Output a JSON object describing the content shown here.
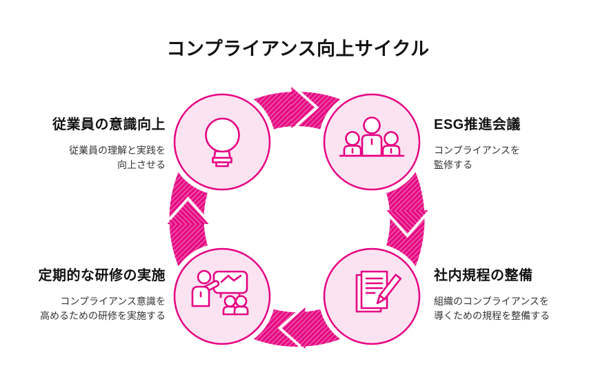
{
  "title": "コンプライアンス向上サイクル",
  "colors": {
    "magenta": "#e60082",
    "magenta_stripe": "#ec4da0",
    "circle_fill": "#fbe3f1",
    "title_color": "#111111",
    "desc_color": "#333333",
    "background": "#ffffff"
  },
  "cycle_direction": "clockwise",
  "nodes": [
    {
      "position": "top-left",
      "title": "従業員の意識向上",
      "desc_line1": "従業員の理解と実践を",
      "desc_line2": "向上させる",
      "icon": "lightbulb-icon"
    },
    {
      "position": "top-right",
      "title": "ESG推進会議",
      "desc_line1": "コンプライアンスを",
      "desc_line2": "監修する",
      "icon": "meeting-icon"
    },
    {
      "position": "bottom-right",
      "title": "社内規程の整備",
      "desc_line1": "組織のコンプライアンスを",
      "desc_line2": "導くための規程を整備する",
      "icon": "document-pencil-icon"
    },
    {
      "position": "bottom-left",
      "title": "定期的な研修の実施",
      "desc_line1": "コンプライアンス意識を",
      "desc_line2": "高めるための研修を実施する",
      "icon": "presentation-icon"
    }
  ]
}
